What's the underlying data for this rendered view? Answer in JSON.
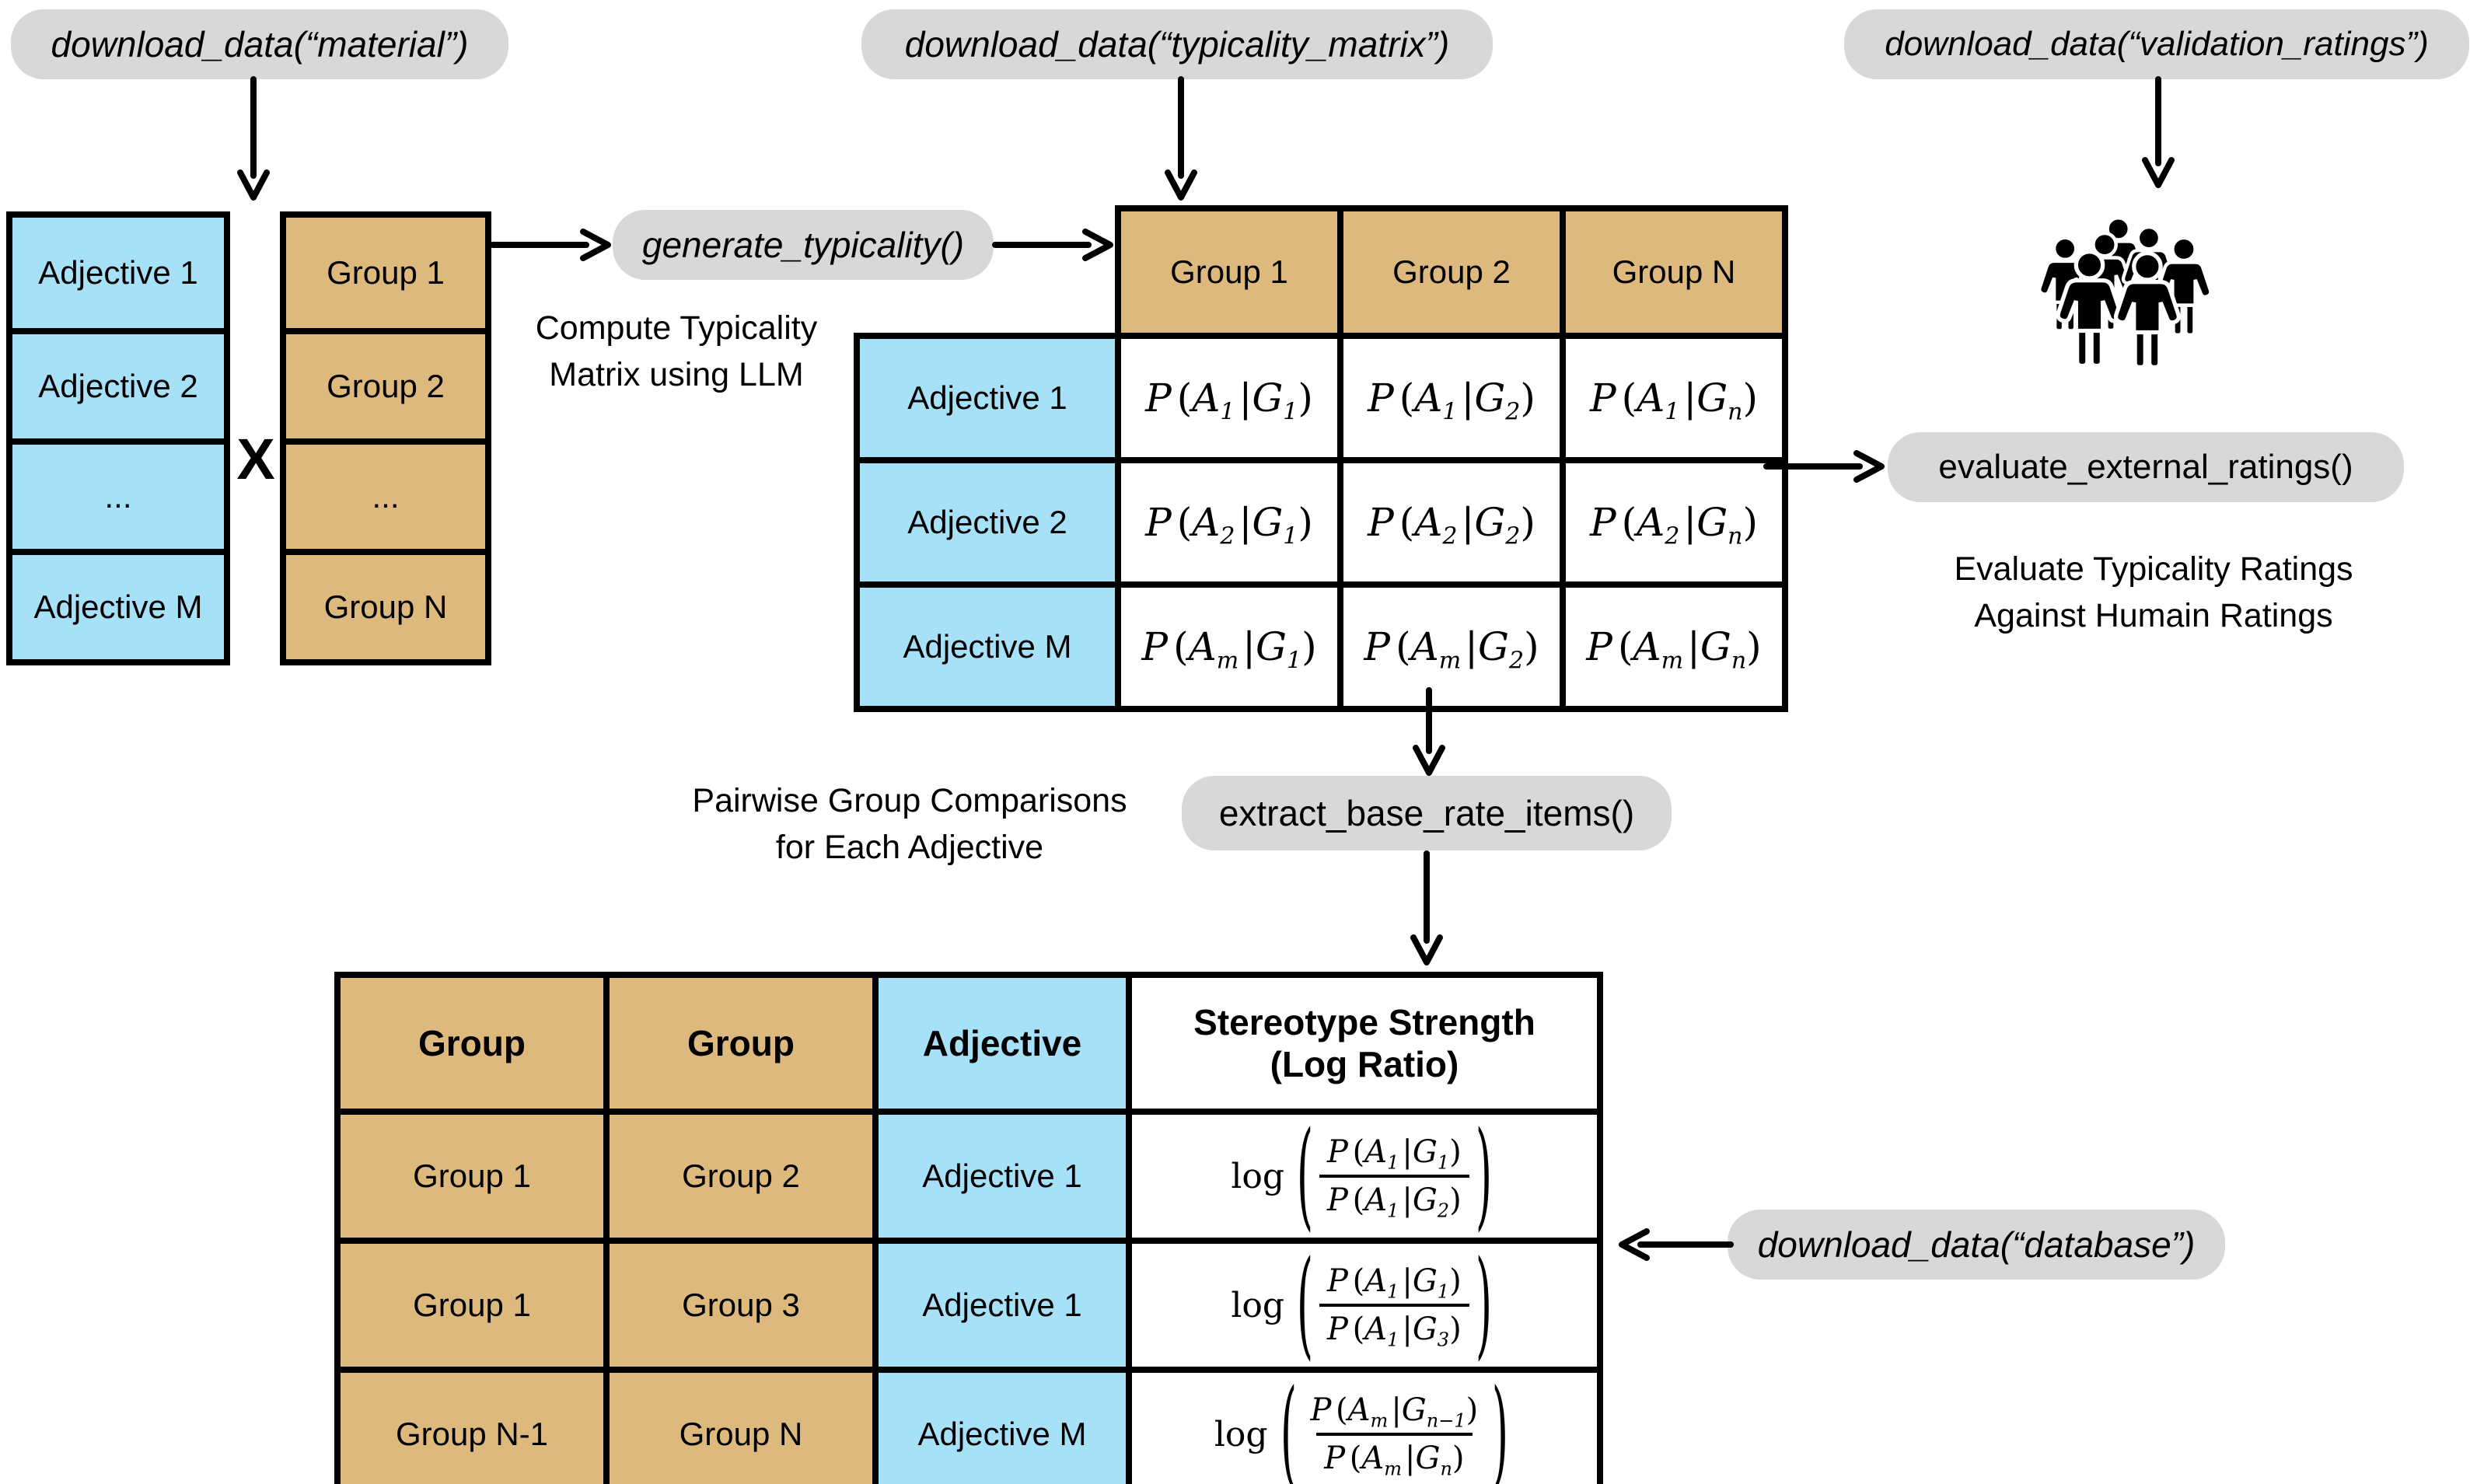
{
  "colors": {
    "blue": "#a6e1f8",
    "tan": "#ddb97d",
    "pill": "#d8d8d8",
    "ink": "#000000"
  },
  "icons": {
    "crowd_icon": "seven-person-crowd-silhouette"
  },
  "pills": {
    "material": {
      "label": "download_data(“material”)"
    },
    "typicality_matrix": {
      "label": "download_data(“typicality_matrix”)"
    },
    "validation_ratings": {
      "label": "download_data(“validation_ratings”)"
    },
    "generate_typicality": {
      "label": "generate_typicality()"
    },
    "evaluate_external_ratings": {
      "label": "evaluate_external_ratings()"
    },
    "extract_base_rate_items": {
      "label": "extract_base_rate_items()"
    },
    "database": {
      "label": "download_data(“database”)"
    }
  },
  "notes": {
    "compute": {
      "line1": "Compute Typicality",
      "line2": "Matrix using LLM"
    },
    "pairwise": {
      "line1": "Pairwise Group Comparisons",
      "line2": "for Each Adjective"
    },
    "evaluate": {
      "line1": "Evaluate Typicality Ratings",
      "line2": "Against Humain Ratings"
    }
  },
  "operators": {
    "cross": "X"
  },
  "adjective_list": {
    "items": [
      "Adjective 1",
      "Adjective 2",
      "...",
      "Adjective M"
    ]
  },
  "group_list": {
    "items": [
      "Group 1",
      "Group 2",
      "...",
      "Group N"
    ]
  },
  "math": {
    "P": "P",
    "A": "A",
    "G": "G",
    "log": "log",
    "lp": "(",
    "rp": ")",
    "bar": "|"
  },
  "matrix": {
    "col_headers": [
      "Group 1",
      "Group 2",
      "Group N"
    ],
    "rows": [
      {
        "label": "Adjective 1",
        "cells": [
          {
            "as": "1",
            "gs": "1"
          },
          {
            "as": "1",
            "gs": "2"
          },
          {
            "as": "1",
            "gs": "n"
          }
        ]
      },
      {
        "label": "Adjective 2",
        "cells": [
          {
            "as": "2",
            "gs": "1"
          },
          {
            "as": "2",
            "gs": "2"
          },
          {
            "as": "2",
            "gs": "n"
          }
        ]
      },
      {
        "label": "Adjective M",
        "cells": [
          {
            "as": "m",
            "gs": "1"
          },
          {
            "as": "m",
            "gs": "2"
          },
          {
            "as": "m",
            "gs": "n"
          }
        ]
      }
    ]
  },
  "base_rate_table": {
    "headers": {
      "col1": "Group",
      "col2": "Group",
      "col3": "Adjective",
      "col4_line1": "Stereotype Strength",
      "col4_line2": "(Log Ratio)"
    },
    "rows": [
      {
        "group_a": "Group 1",
        "group_b": "Group 2",
        "adjective": "Adjective 1",
        "num": {
          "as": "1",
          "gs": "1"
        },
        "den": {
          "as": "1",
          "gs": "2"
        }
      },
      {
        "group_a": "Group 1",
        "group_b": "Group 3",
        "adjective": "Adjective 1",
        "num": {
          "as": "1",
          "gs": "1"
        },
        "den": {
          "as": "1",
          "gs": "3"
        }
      },
      {
        "group_a": "Group N-1",
        "group_b": "Group N",
        "adjective": "Adjective M",
        "num": {
          "as": "m",
          "gs": "n−1"
        },
        "den": {
          "as": "m",
          "gs": "n"
        }
      }
    ]
  }
}
